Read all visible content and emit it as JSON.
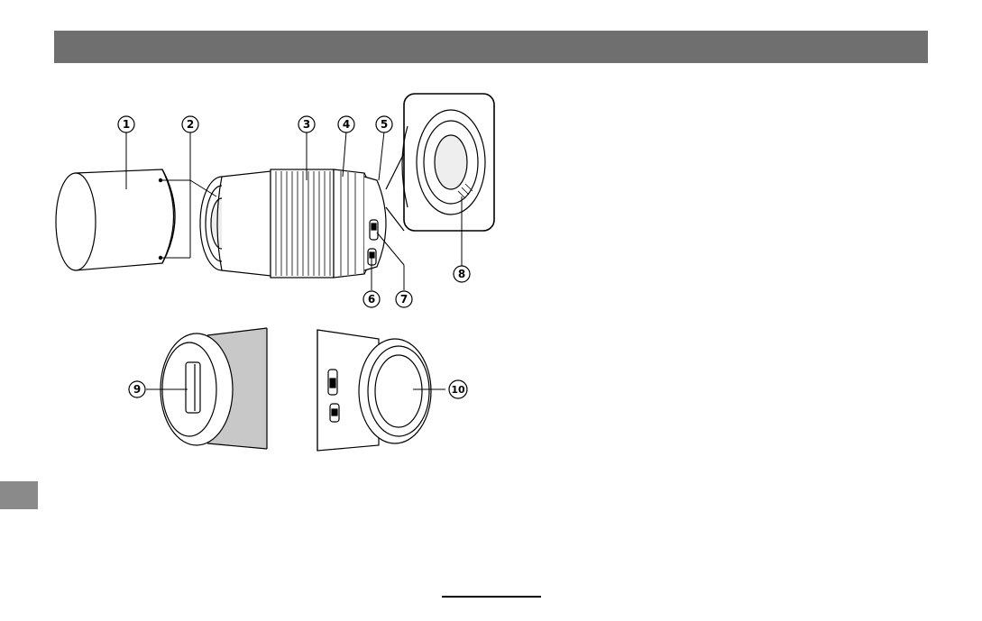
{
  "callouts": [
    "1",
    "2",
    "3",
    "4",
    "5",
    "6",
    "7",
    "8",
    "9",
    "10"
  ],
  "parts": [
    {
      "id": 1,
      "name": "lens-hood"
    },
    {
      "id": 2,
      "name": "index-marks"
    },
    {
      "id": 3,
      "name": "zoom-ring"
    },
    {
      "id": 4,
      "name": "focus-ring"
    },
    {
      "id": 5,
      "name": "mounting-index"
    },
    {
      "id": 6,
      "name": "switch-lower"
    },
    {
      "id": 7,
      "name": "switch-upper"
    },
    {
      "id": 8,
      "name": "signal-contacts"
    },
    {
      "id": 9,
      "name": "front-lens-cap"
    },
    {
      "id": 10,
      "name": "rear-lens-cap"
    }
  ],
  "colors": {
    "header_bar": "#6f6f6f",
    "side_tab": "#8a8a8a",
    "barrel_shade": "#c8c8c8",
    "line": "#000000"
  }
}
